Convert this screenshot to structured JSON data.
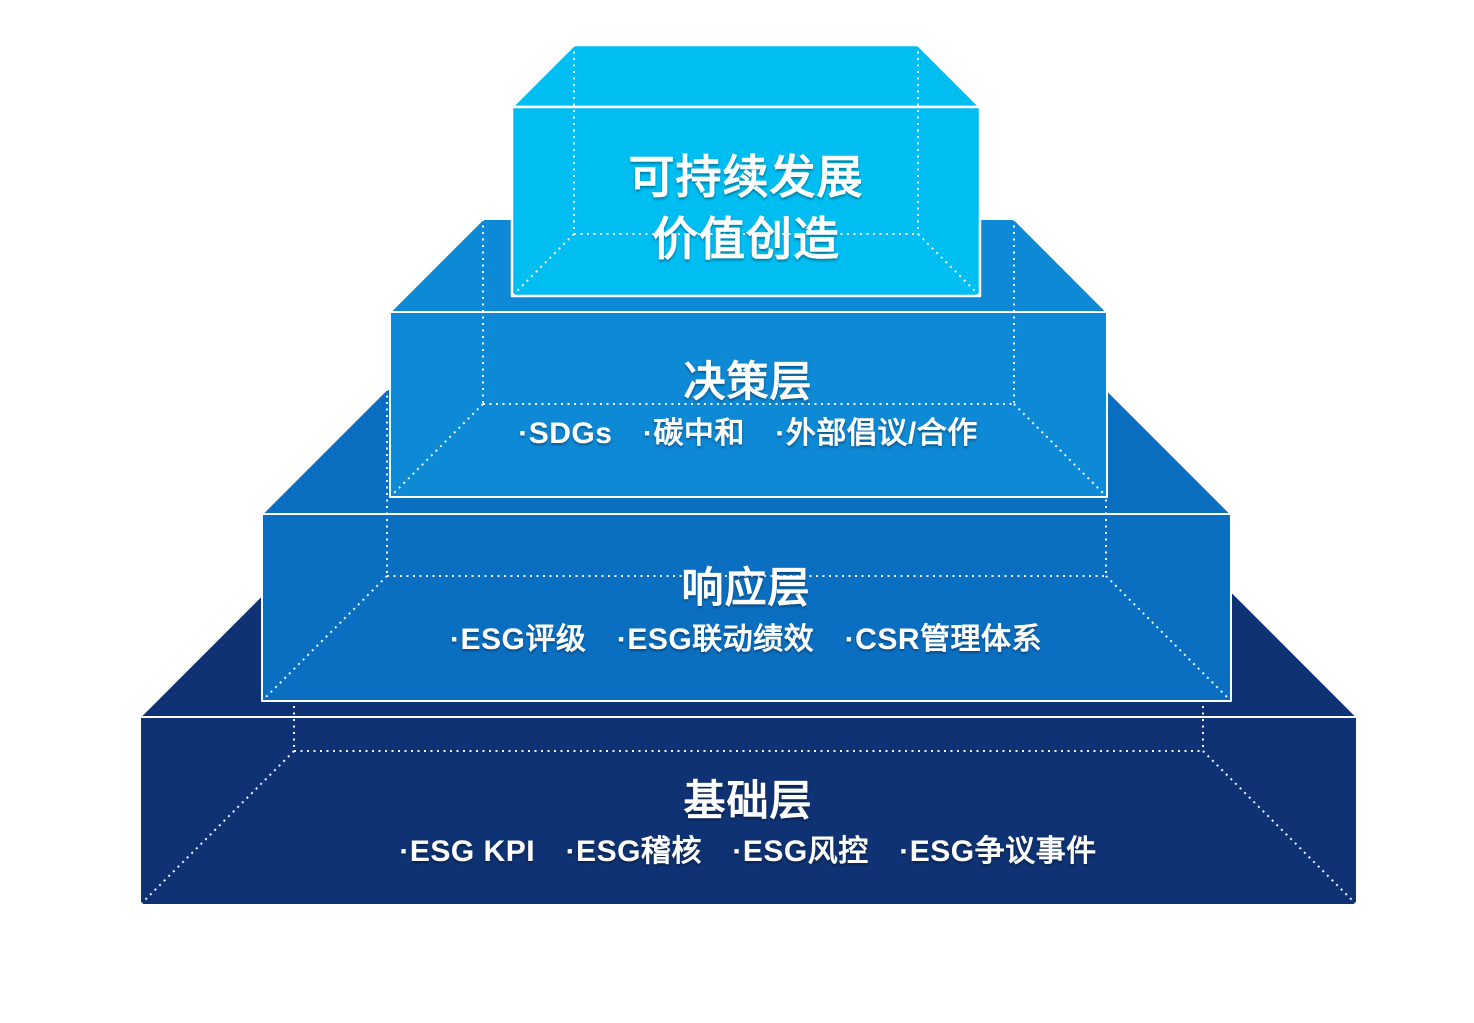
{
  "diagram": {
    "type": "stacked-3d-pyramid",
    "levels": [
      {
        "title_lines": [
          "可持续发展",
          "价值创造"
        ],
        "items": [],
        "color": "#00bef2"
      },
      {
        "title": "决策层",
        "items": [
          "·SDGs",
          "·碳中和",
          "·外部倡议/合作"
        ],
        "color": "#0e89d6"
      },
      {
        "title": "响应层",
        "items": [
          "·ESG评级",
          "·ESG联动绩效",
          "·CSR管理体系"
        ],
        "color": "#0b6fc1"
      },
      {
        "title": "基础层",
        "items": [
          "·ESG KPI",
          "·ESG稽核",
          "·ESG风控",
          "·ESG争议事件"
        ],
        "color": "#0e3273"
      }
    ]
  }
}
